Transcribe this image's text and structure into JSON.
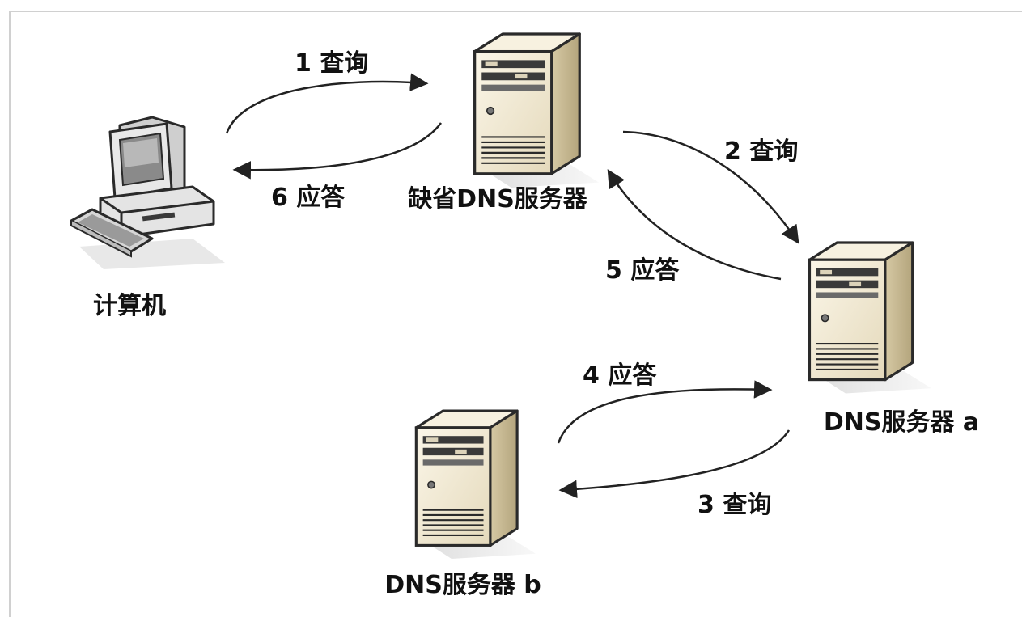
{
  "nodes": {
    "computer": {
      "label": "计算机"
    },
    "default_dns": {
      "label": "缺省DNS服务器"
    },
    "dns_a": {
      "label": "DNS服务器 a"
    },
    "dns_b": {
      "label": "DNS服务器 b"
    }
  },
  "steps": [
    {
      "label": "1 查询",
      "from": "computer",
      "to": "default_dns"
    },
    {
      "label": "2 查询",
      "from": "default_dns",
      "to": "dns_a"
    },
    {
      "label": "3 查询",
      "from": "dns_a",
      "to": "dns_b"
    },
    {
      "label": "4 应答",
      "from": "dns_b",
      "to": "dns_a"
    },
    {
      "label": "5 应答",
      "from": "dns_a",
      "to": "default_dns"
    },
    {
      "label": "6 应答",
      "from": "default_dns",
      "to": "computer"
    }
  ],
  "colors": {
    "server_front": "#efe6cd",
    "server_side": "#c9bb95",
    "server_top": "#f7f1e0",
    "outline": "#2a2a2a",
    "arrow": "#222222"
  },
  "icons": {
    "computer": "desktop-computer-icon",
    "server": "tower-server-icon"
  }
}
